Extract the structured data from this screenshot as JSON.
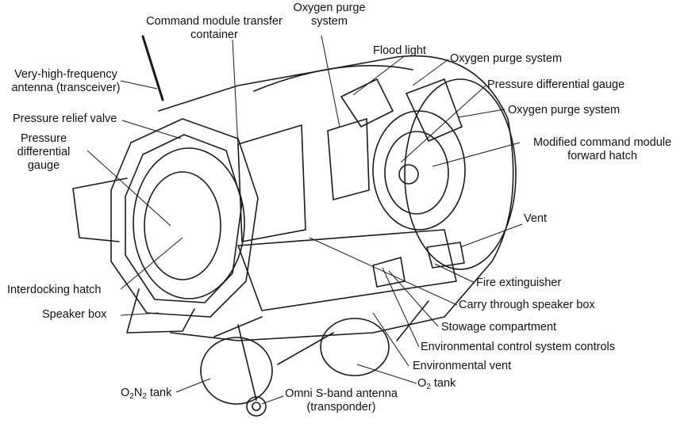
{
  "labels": {
    "command_module_transfer_container": "Command module transfer\ncontainer",
    "oxygen_purge_system_top": "Oxygen purge\nsystem",
    "flood_light": "Flood light",
    "oxygen_purge_system_1": "Oxygen purge system",
    "pressure_differential_gauge_right": "Pressure differential gauge",
    "oxygen_purge_system_2": "Oxygen purge system",
    "modified_command_module_forward_hatch": "Modified command module\nforward hatch",
    "vhf_antenna": "Very-high-frequency\nantenna (transceiver)",
    "pressure_relief_valve": "Pressure relief valve",
    "pressure_differential_gauge_left": "Pressure\ndifferential\ngauge",
    "vent": "Vent",
    "interdocking_hatch": "Interdocking hatch",
    "speaker_box": "Speaker box",
    "fire_extinguisher": "Fire extinguisher",
    "carry_through_speaker_box": "Carry through speaker box",
    "stowage_compartment": "Stowage compartment",
    "environmental_control_system_controls": "Environmental control system controls",
    "environmental_vent": "Environmental vent",
    "o2_tank_main": "O",
    "o2_tank_sub": "2",
    "o2_tank_rest": " tank",
    "o2n2_tank_o": "O",
    "o2n2_tank_sub1": "2",
    "o2n2_tank_n": "N",
    "o2n2_tank_sub2": "2",
    "o2n2_tank_rest": " tank",
    "omni_sband_antenna": "Omni S-band antenna\n(transponder)"
  },
  "colors": {
    "line": "#1a1a1a",
    "background": "#ffffff"
  }
}
